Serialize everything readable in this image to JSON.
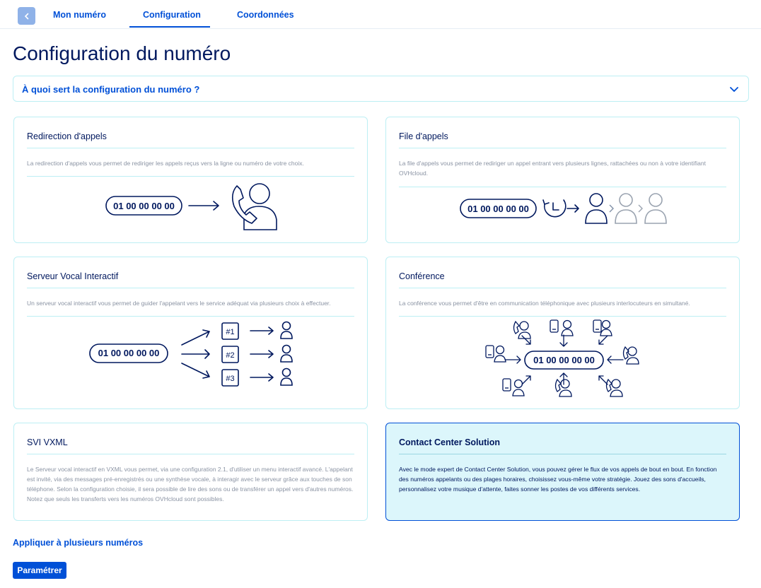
{
  "tabs": {
    "back_icon": "chevron-left-icon",
    "items": [
      "Mon numéro",
      "Configuration",
      "Coordonnées"
    ],
    "active": "Configuration"
  },
  "page": {
    "title": "Configuration du numéro"
  },
  "accordion": {
    "label": "À quoi sert la configuration du numéro ?"
  },
  "phone_number": "01 00 00 00 00",
  "cards": [
    {
      "title": "Redirection d'appels",
      "description": "La redirection d'appels vous permet de rediriger les appels reçus vers la ligne ou numéro de votre choix."
    },
    {
      "title": "File d'appels",
      "description": "La file d'appels vous permet de rediriger un appel entrant vers plusieurs lignes, rattachées ou non à votre identifiant OVHcloud."
    },
    {
      "title": "Serveur Vocal Interactif",
      "description": "Un serveur vocal interactif vous permet de guider l'appelant vers le service adéquat via plusieurs choix à effectuer.",
      "menu_options": [
        "#1",
        "#2",
        "#3"
      ]
    },
    {
      "title": "Conférence",
      "description": "La conférence vous permet d'être en communication téléphonique avec plusieurs interlocuteurs en simultané."
    },
    {
      "title": "SVI VXML",
      "description": "Le Serveur vocal interactif en VXML vous permet, via une configuration 2.1, d'utiliser un menu interactif avancé. L'appelant est invité, via des messages pré-enregistrés ou une synthèse vocale, à interagir avec le serveur grâce aux touches de son téléphone. Selon la configuration choisie, il sera possible de lire des sons ou de transférer un appel vers d'autres numéros. Notez que seuls les transferts vers les numéros OVHcloud sont possibles."
    },
    {
      "title": "Contact Center Solution",
      "description": "Avec le mode expert de Contact Center Solution, vous pouvez gérer le flux de vos appels de bout en bout. En fonction des numéros appelants ou des plages horaires, choisissez vous-même votre stratégie. Jouez des sons d'accueils, personnalisez votre musique d'attente, faites sonner les postes de vos différents services.",
      "selected": true
    }
  ],
  "actions": {
    "apply_link": "Appliquer à plusieurs numéros",
    "submit_button": "Paramétrer"
  },
  "colors": {
    "primary": "#0050d7",
    "navy": "#00185e",
    "card_border": "#bdeff4",
    "selected_bg": "#dcf6fb",
    "muted_text": "#8a93a3"
  }
}
